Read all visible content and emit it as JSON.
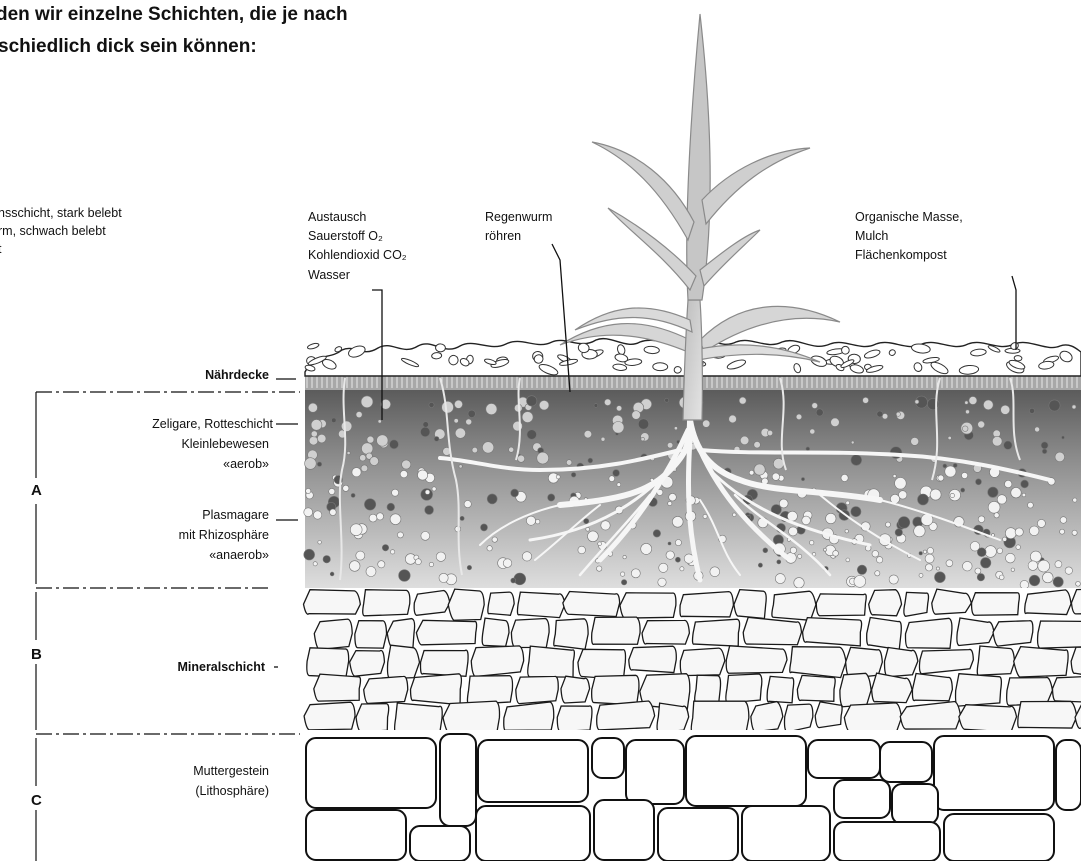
{
  "intro": {
    "line1": "den wir einzelne Schichten, die je nach",
    "line2": "schiedlich dick sein können:"
  },
  "left_partial": {
    "line1": "nsschicht, stark belebt",
    "line2": "rm, schwach belebt",
    "line3": "t"
  },
  "top_labels": {
    "austausch": [
      "Austausch",
      "Sauerstoff O₂",
      "Kohlendioxid CO₂",
      "Wasser"
    ],
    "regenwurm": [
      "Regenwurm",
      "röhren"
    ],
    "organisch": [
      "Organische Masse,",
      "Mulch",
      "Flächenkompost"
    ]
  },
  "layer_labels": {
    "naehrdecke": "Nährdecke",
    "zeilgare": [
      "Zeligare, Rotteschicht",
      "Kleinlebewesen",
      "«aerob»"
    ],
    "plasmagare": [
      "Plasmagare",
      "mit Rhizosphäre",
      "«anaerob»"
    ],
    "mineral": "Mineralschicht",
    "muttergestein": [
      "Muttergestein",
      "(Lithosphäre)"
    ]
  },
  "horizons": {
    "a": "A",
    "b": "B",
    "c": "C"
  },
  "colors": {
    "ink": "#111111",
    "topsoil_dark": "#5e5e5e",
    "topsoil_light": "#d2d2d2",
    "nutrient_band": "#9a9a9a",
    "plant": "#c9c9c9",
    "root": "#f4f4f4"
  }
}
